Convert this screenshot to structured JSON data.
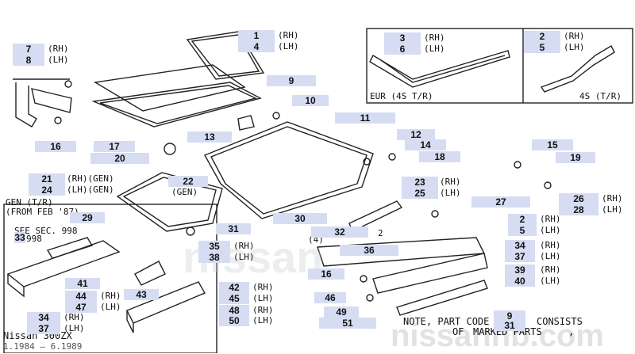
{
  "footer": {
    "model": "Nissan 300ZX",
    "dates": "1.1984 – 6.1989"
  },
  "watermark": {
    "center": "nissan",
    "bottom_right": "nissanhb.com"
  },
  "panels": {
    "eur": "EUR (4S T/R)",
    "s4": "4S (T/R)",
    "gen_line1": "GEN (T/R)",
    "gen_line2": "(FROM FEB '87)"
  },
  "labels": {
    "see_sec": "SEE SEC. 998",
    "see_sec_num": "998",
    "num_33": "33",
    "gen": "(GEN)",
    "paren4": "(4)",
    "num2": "2"
  },
  "note": {
    "line1": "NOTE, PART CODE",
    "line2": "OF",
    "line3": "MARKED PARTS",
    "consists": "CONSISTS",
    "comma": ","
  },
  "callouts": {
    "c1": "1",
    "c4": "4",
    "c7": "7",
    "c8": "8",
    "c9a": "9",
    "c10": "10",
    "c11": "11",
    "c12": "12",
    "c13": "13",
    "c14": "14",
    "c15": "15",
    "c16a": "16",
    "c16b": "16",
    "c17": "17",
    "c18": "18",
    "c19": "19",
    "c20": "20",
    "c21": "21",
    "c22": "22",
    "c23": "23",
    "c24": "24",
    "c25": "25",
    "c26": "26",
    "c27": "27",
    "c28": "28",
    "c29": "29",
    "c30": "30",
    "c31": "31",
    "c32": "32",
    "c34a": "34",
    "c34b": "34",
    "c35": "35",
    "c36": "36",
    "c37a": "37",
    "c37b": "37",
    "c38": "38",
    "c39": "39",
    "c40": "40",
    "c41": "41",
    "c42": "42",
    "c43": "43",
    "c44": "44",
    "c45": "45",
    "c46": "46",
    "c47": "47",
    "c48": "48",
    "c49": "49",
    "c50": "50",
    "c51": "51",
    "c3": "3",
    "c6": "6",
    "c2a": "2",
    "c5a": "5",
    "c2b": "2",
    "c5b": "5",
    "c9b": "9",
    "c31b": "31"
  },
  "side_text": {
    "rh": "(RH)",
    "lh": "(LH)",
    "rh_gen": "(RH)(GEN)",
    "lh_gen": "(LH)(GEN)",
    "gen": "(GEN)"
  }
}
